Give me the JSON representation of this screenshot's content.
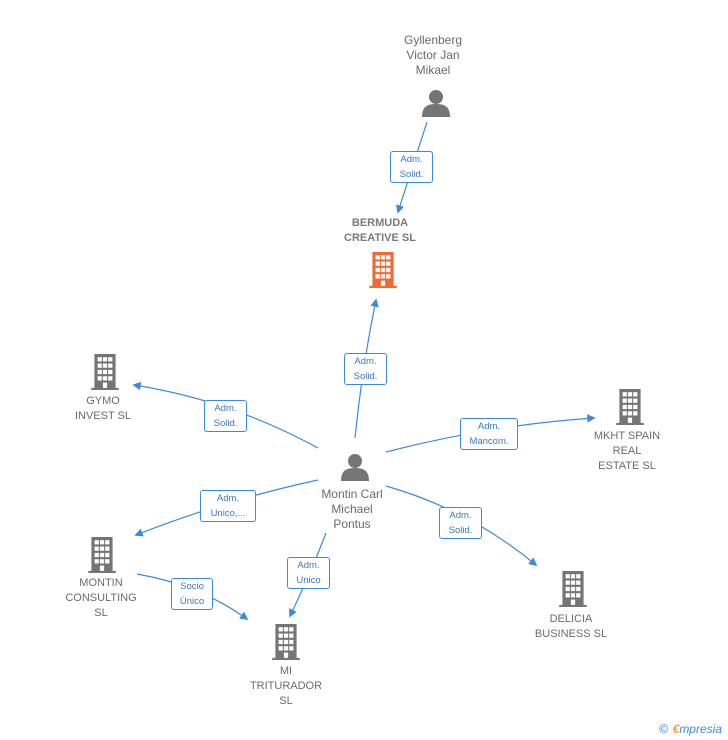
{
  "nodes": {
    "gyllenberg": {
      "label": "Gyllenberg\nVictor Jan\nMikael",
      "kind": "person"
    },
    "bermuda": {
      "label": "BERMUDA\nCREATIVE  SL",
      "kind": "company-focus"
    },
    "gymo": {
      "label": "GYMO\nINVEST  SL",
      "kind": "company"
    },
    "mkht": {
      "label": "MKHT SPAIN\nREAL\nESTATE  SL",
      "kind": "company"
    },
    "montin_person": {
      "label": "Montin Carl\nMichael\nPontus",
      "kind": "person"
    },
    "montin_consulting": {
      "label": "MONTIN\nCONSULTING\nSL",
      "kind": "company"
    },
    "delicia": {
      "label": "DELICIA\nBUSINESS SL",
      "kind": "company"
    },
    "mi_triturador": {
      "label": "MI\nTRITURADOR\nSL",
      "kind": "company"
    }
  },
  "edges": [
    {
      "id": "e1",
      "label": "Adm.\nSolid."
    },
    {
      "id": "e2",
      "label": "Adm.\nSolid."
    },
    {
      "id": "e3",
      "label": "Adm.\nSolid."
    },
    {
      "id": "e4",
      "label": "Adm.\nMancom."
    },
    {
      "id": "e5",
      "label": "Adm.\nUnico,..."
    },
    {
      "id": "e6",
      "label": "Adm.\nSolid."
    },
    {
      "id": "e7",
      "label": "Adm.\nUnico"
    },
    {
      "id": "e8",
      "label": "Socio\nÚnico"
    }
  ],
  "colors": {
    "edge": "#3f8ad8",
    "company": "#757575",
    "company_focus": "#f06a35",
    "person": "#757575"
  },
  "footer": {
    "copyright": "©",
    "brand_first": "€",
    "brand_rest": "mpresia"
  }
}
